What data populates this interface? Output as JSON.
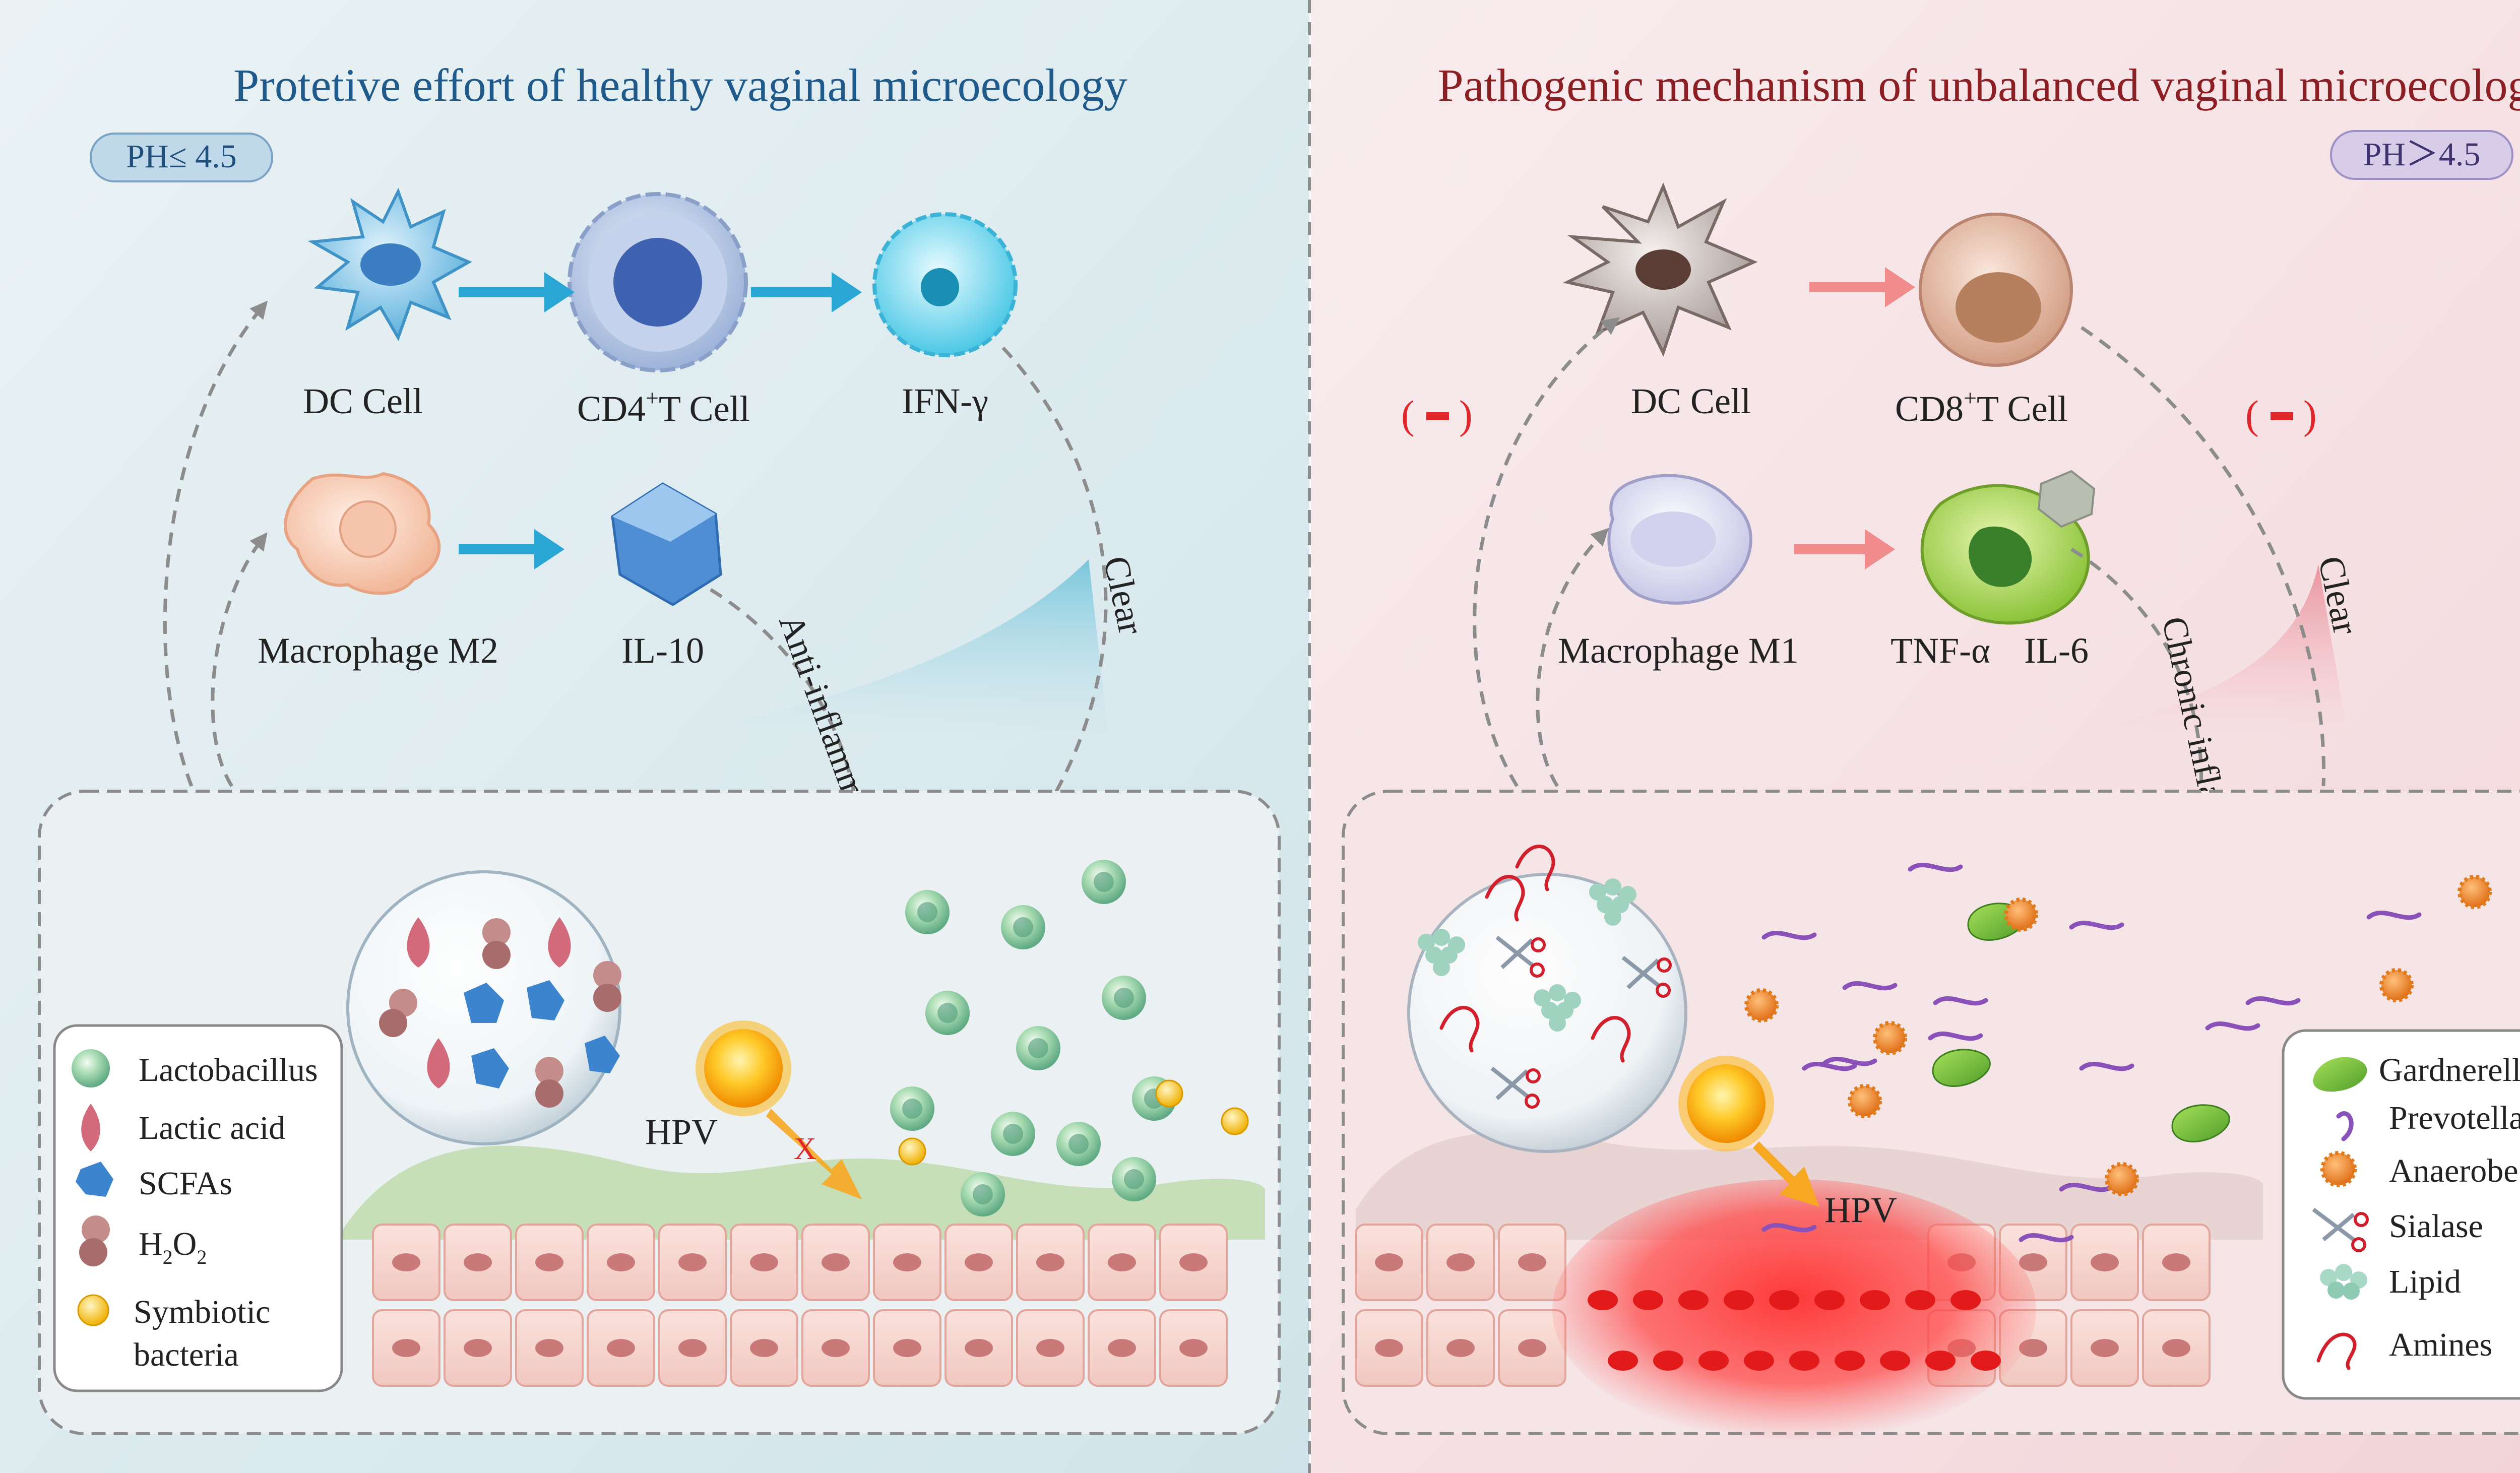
{
  "colors": {
    "left_bg": "#dcebef",
    "right_bg": "#f6e1e3",
    "left_title": "#1f5a8a",
    "right_title": "#8c1f24",
    "arrow_blue": "#2aa6d5",
    "arrow_pink": "#f08c8c",
    "dashed": "#8c8c8c",
    "minus_red": "#e0262b"
  },
  "left": {
    "title": "Protetive effort of healthy vaginal microecology",
    "ph_badge": "PH≤ 4.5",
    "cells": {
      "dc": "DC Cell",
      "cd4_prefix": "CD4",
      "cd4_sup": "+",
      "cd4_suffix": "T Cell",
      "ifn": "IFN-γ",
      "macrophage": "Macrophage M2",
      "il10": "IL-10"
    },
    "labels": {
      "clear": "Clear",
      "anti_inflammatory": "Anti-inflammatory",
      "hpv": "HPV",
      "blocked": "X"
    },
    "legend": {
      "lactobacillus": "Lactobacillus",
      "lactic_acid": "Lactic acid",
      "scfas": "SCFAs",
      "h2o2_h": "H",
      "h2o2_2a": "2",
      "h2o2_o": "O",
      "h2o2_2b": "2",
      "symbiotic_1": "Symbiotic",
      "symbiotic_2": "bacteria"
    }
  },
  "right": {
    "title": "Pathogenic mechanism of unbalanced vaginal microecology",
    "ph_badge": "PH＞4.5",
    "cells": {
      "dc": "DC Cell",
      "cd8_prefix": "CD8",
      "cd8_sup": "+",
      "cd8_suffix": "T Cell",
      "macrophage": "Macrophage M1",
      "tnf": "TNF-α",
      "il6": "IL-6"
    },
    "labels": {
      "clear": "Clear",
      "chronic_inflammation": "Chronic  inflammation",
      "hpv": "HPV",
      "minus_left_open": "(",
      "minus_left_close": ")",
      "minus_right_open": "(",
      "minus_right_close": ")"
    },
    "legend": {
      "gardnerella": "Gardnerella",
      "prevotella": "Prevotella",
      "anaerobe": "Anaerobe",
      "sialase": "Sialase",
      "lipid": "Lipid",
      "amines": "Amines"
    }
  }
}
